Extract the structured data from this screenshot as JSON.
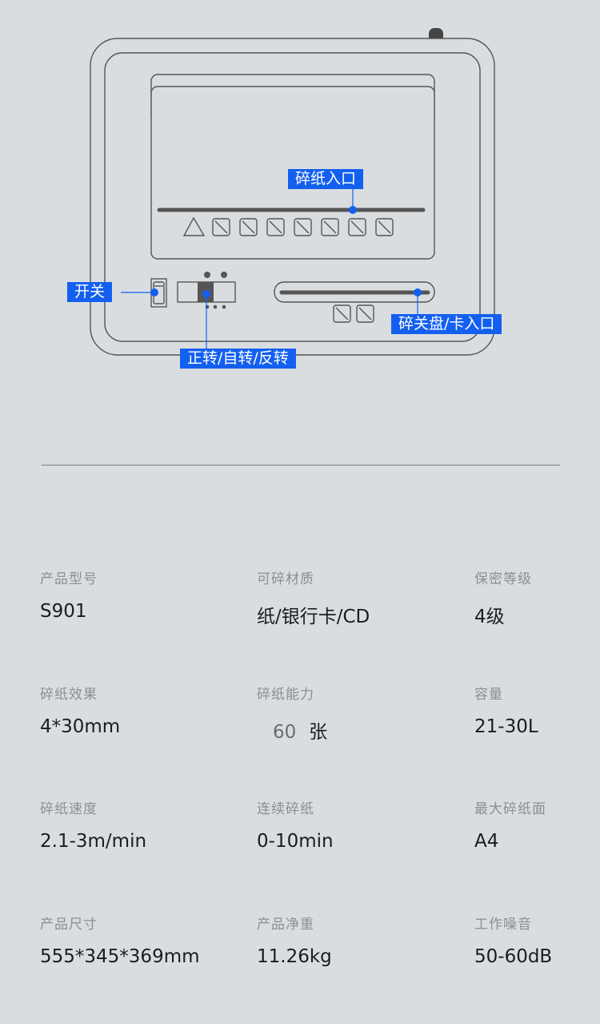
{
  "callouts": {
    "paper_inlet": "碎纸入口",
    "power_switch": "开关",
    "cd_card_inlet": "碎关盘/卡入口",
    "mode_switch": "正转/自转/反转"
  },
  "specs": [
    {
      "label": "产品型号",
      "value": "S901"
    },
    {
      "label": "可碎材质",
      "value": "纸/银行卡/CD"
    },
    {
      "label": "保密等级",
      "value": "4级"
    },
    {
      "label": "碎纸效果",
      "value": "4*30mm"
    },
    {
      "label": "碎纸能力",
      "value_num": "60",
      "value_unit": "张"
    },
    {
      "label": "容量",
      "value": "21-30L"
    },
    {
      "label": "碎纸速度",
      "value": "2.1-3m/min"
    },
    {
      "label": "连续碎纸",
      "value": "0-10min"
    },
    {
      "label": "最大碎纸面",
      "value": "A4"
    },
    {
      "label": "产品尺寸",
      "value": "555*345*369mm"
    },
    {
      "label": "产品净重",
      "value": "11.26kg"
    },
    {
      "label": "工作噪音",
      "value": "50-60dB"
    }
  ],
  "colors": {
    "background": "#dadde0",
    "accent": "#1360f0",
    "line": "#555555"
  },
  "icons": [
    "warning-triangle-icon",
    "no-hand-icon",
    "power-rocker-icon",
    "three-position-slider-icon"
  ]
}
